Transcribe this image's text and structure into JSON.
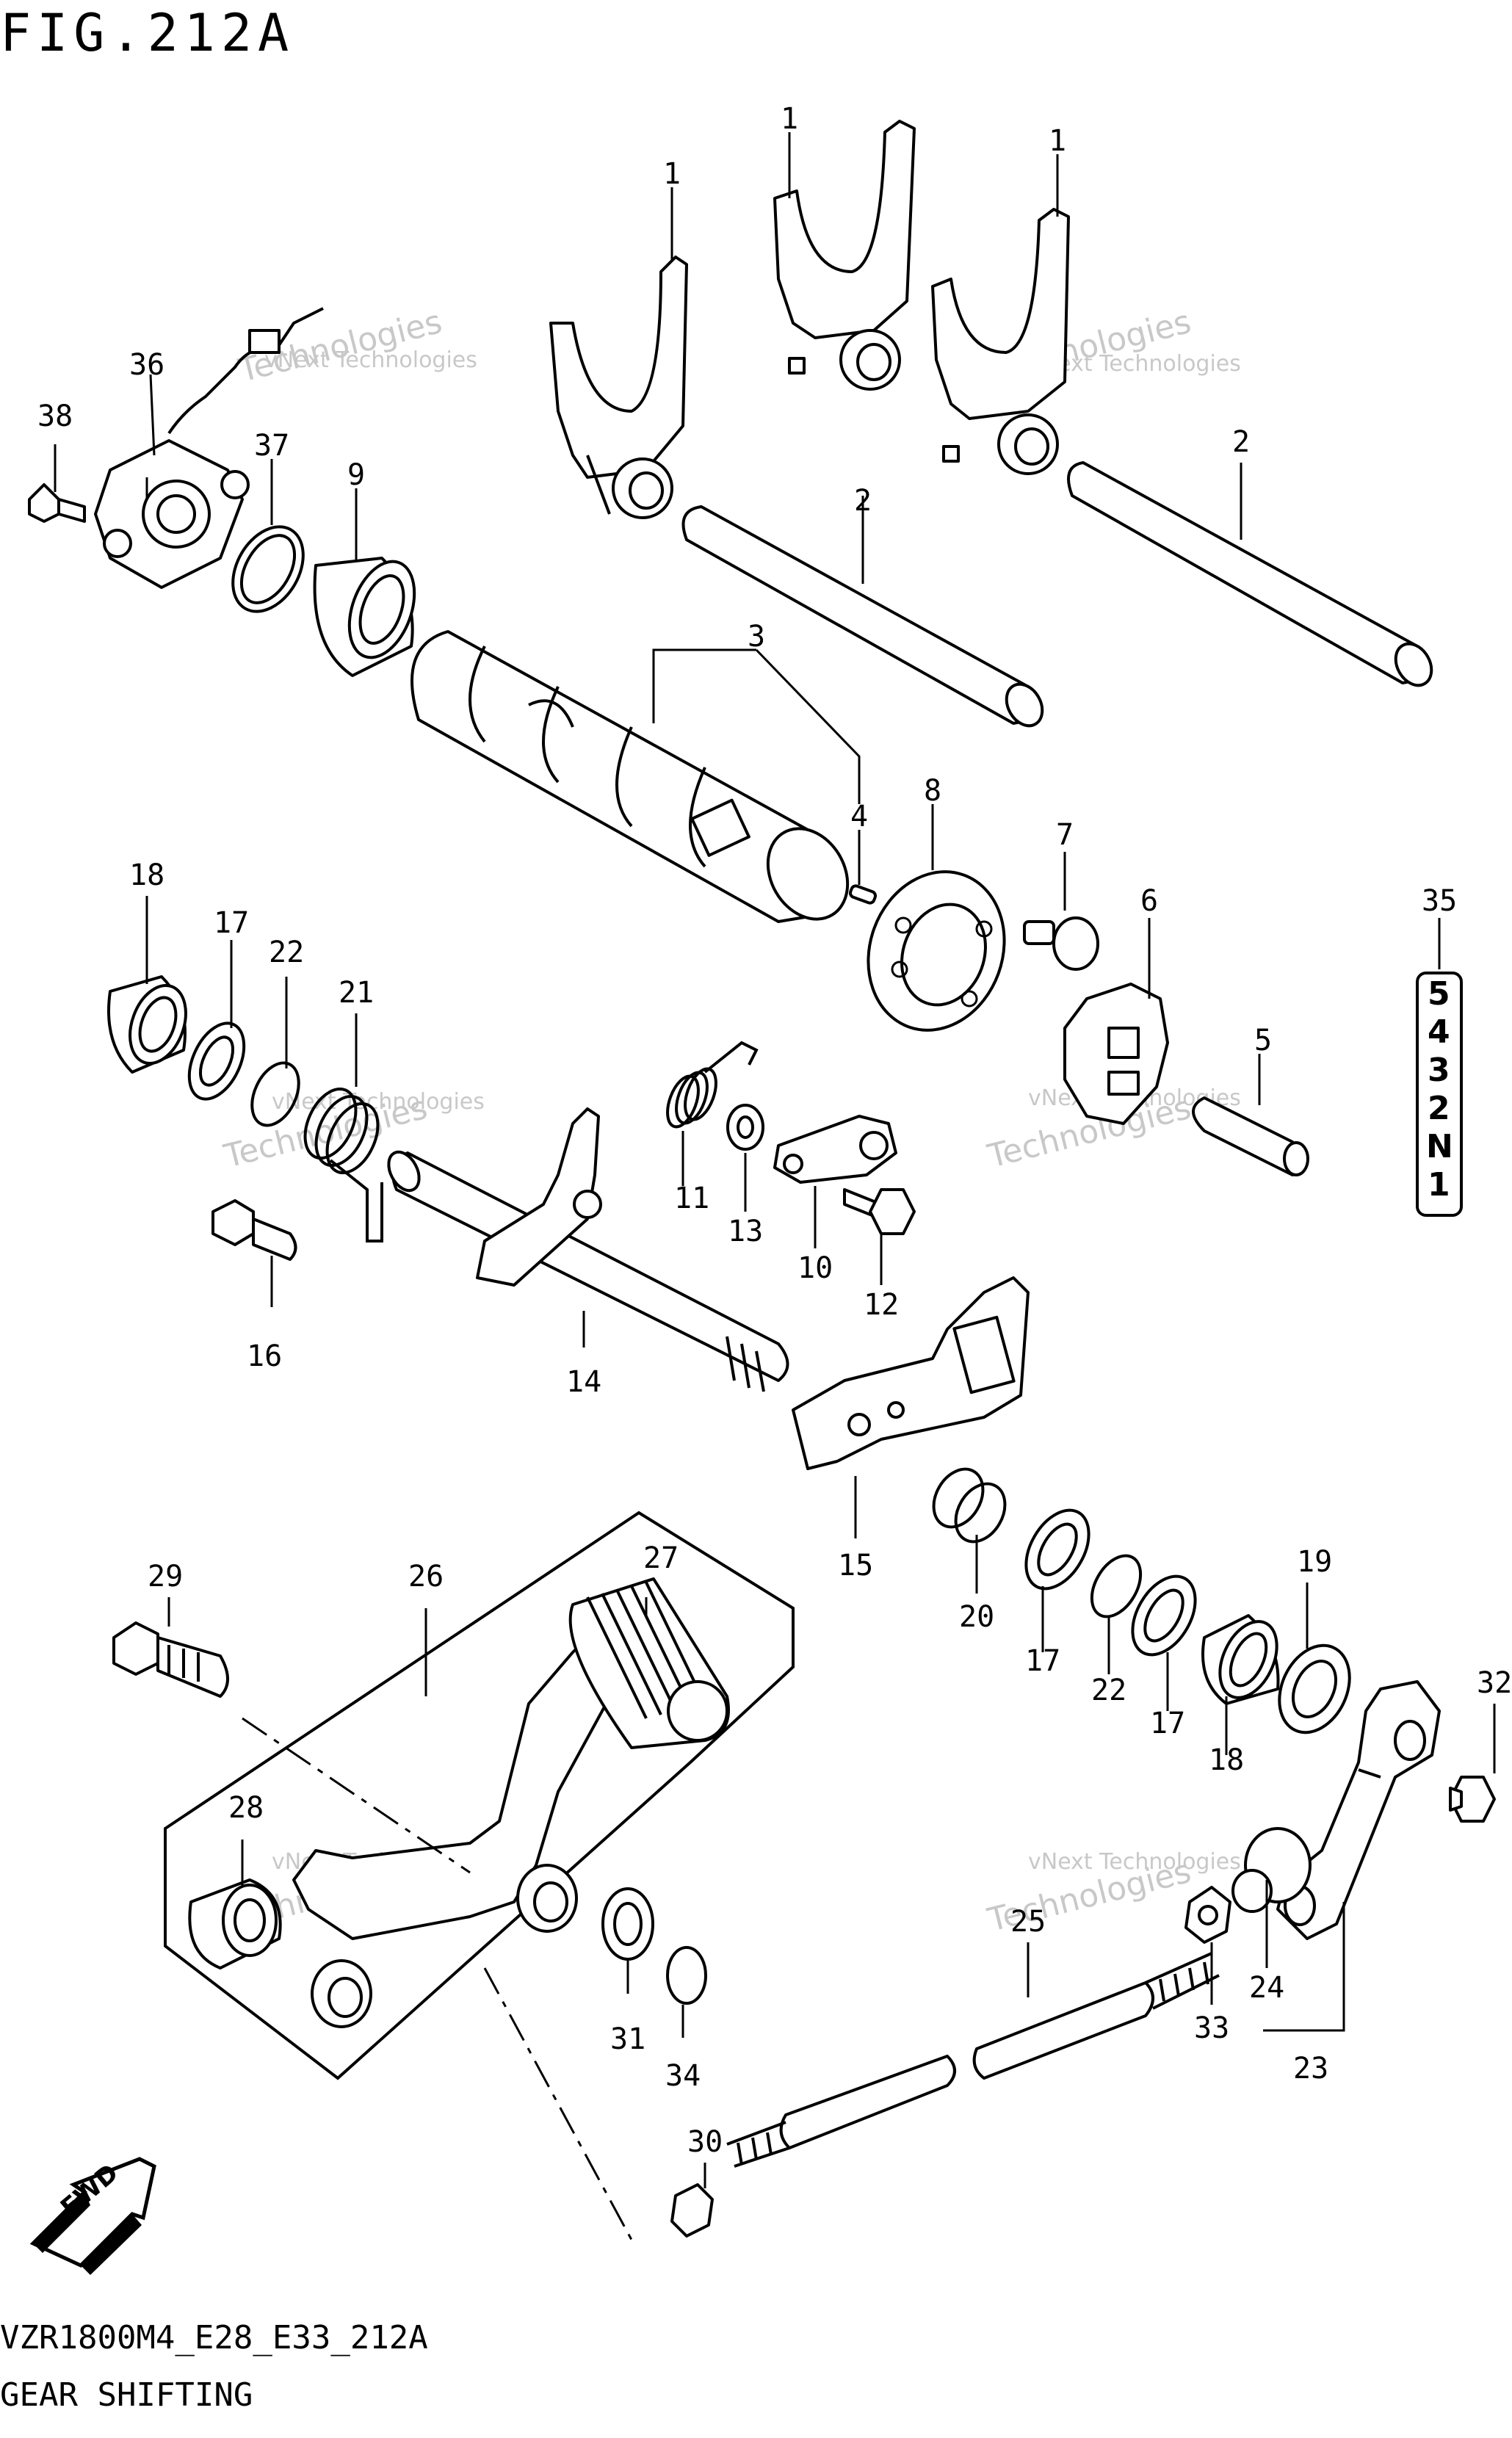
{
  "figure": {
    "title": "FIG.212A",
    "code": "VZR1800M4_E28_E33_212A",
    "caption": "GEAR SHIFTING"
  },
  "watermark": {
    "line1": "vNext Technologies",
    "line2": "Technologies"
  },
  "gear_indicator": [
    "5",
    "4",
    "3",
    "2",
    "N",
    "1"
  ],
  "fwd_label": "FWD",
  "callouts": {
    "c1a": "1",
    "c1b": "1",
    "c1c": "1",
    "c2a": "2",
    "c2b": "2",
    "c3": "3",
    "c4": "4",
    "c5": "5",
    "c6": "6",
    "c7": "7",
    "c8": "8",
    "c9": "9",
    "c10": "10",
    "c11": "11",
    "c12": "12",
    "c13": "13",
    "c14": "14",
    "c15": "15",
    "c16": "16",
    "c17a": "17",
    "c17b": "17",
    "c17c": "17",
    "c18a": "18",
    "c18b": "18",
    "c19": "19",
    "c20": "20",
    "c21": "21",
    "c22a": "22",
    "c22b": "22",
    "c23": "23",
    "c24": "24",
    "c25": "25",
    "c26": "26",
    "c27": "27",
    "c28": "28",
    "c29": "29",
    "c30": "30",
    "c31": "31",
    "c32": "32",
    "c33": "33",
    "c34": "34",
    "c35": "35",
    "c36": "36",
    "c37": "37",
    "c38": "38"
  }
}
